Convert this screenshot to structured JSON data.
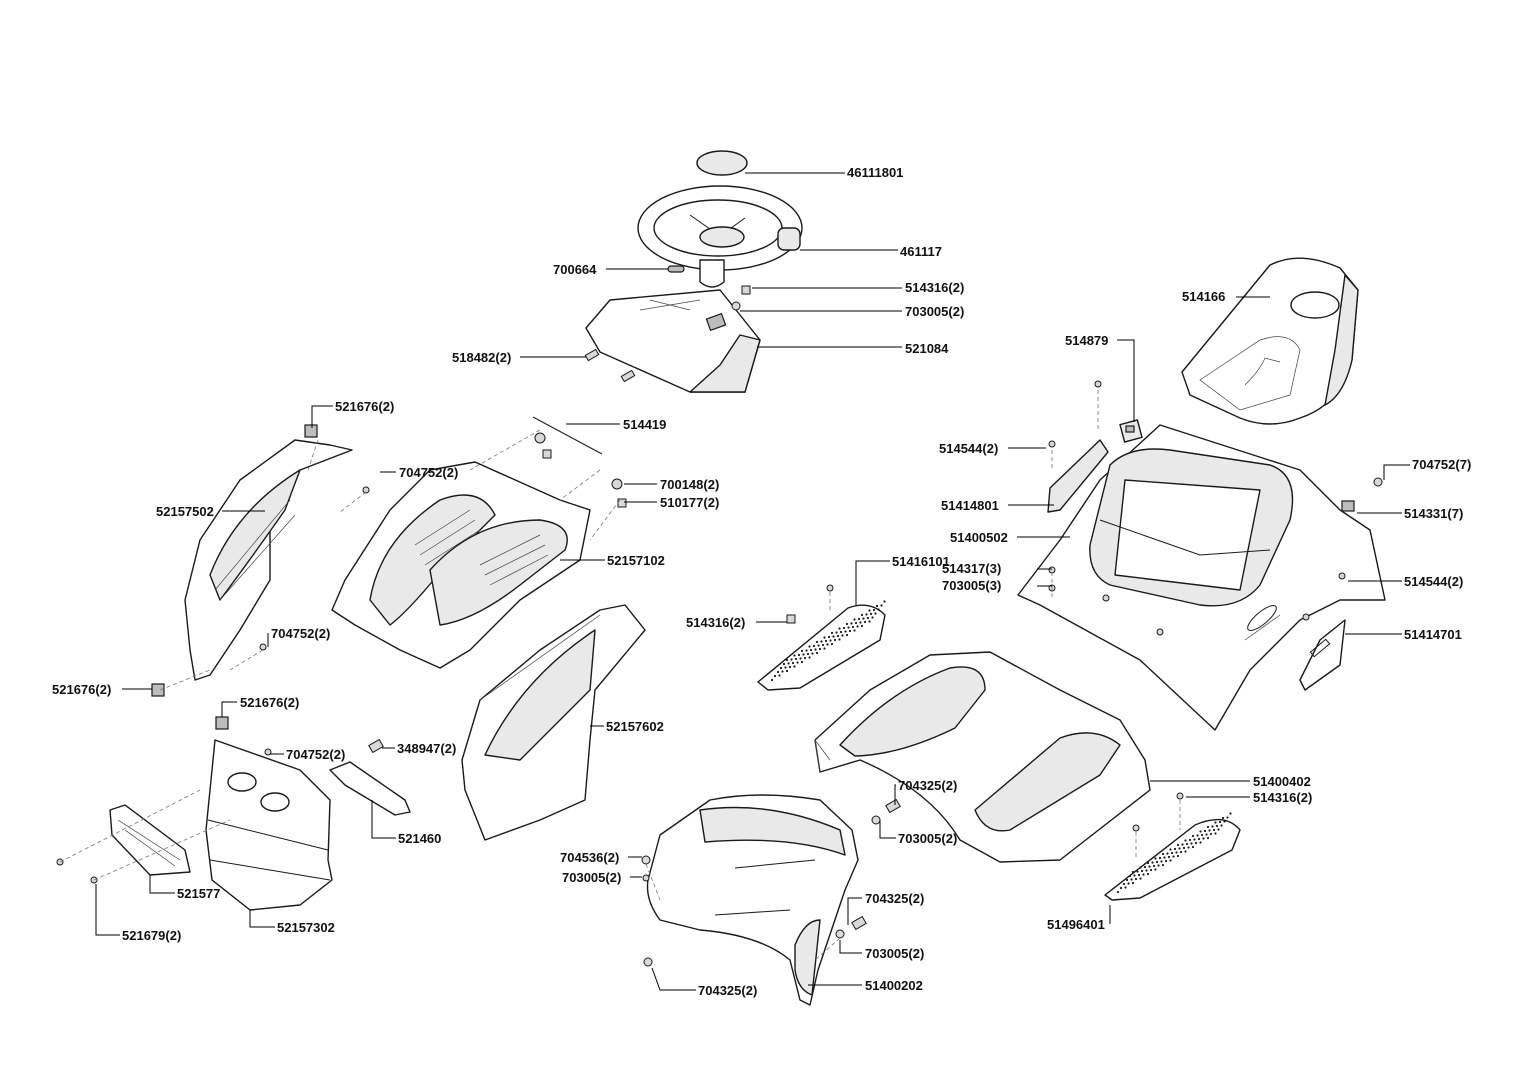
{
  "diagram": {
    "callouts": {
      "c46111801": "46111801",
      "c461117": "461117",
      "c700664": "700664",
      "c514316_top": "514316(2)",
      "c703005_top": "703005(2)",
      "c518482": "518482(2)",
      "c521084": "521084",
      "c514166": "514166",
      "c514879": "514879",
      "c521676_a": "521676(2)",
      "c514419": "514419",
      "c704752_a": "704752(2)",
      "c700148": "700148(2)",
      "c510177": "510177(2)",
      "c52157502": "52157502",
      "c52157102": "52157102",
      "c514544_a": "514544(2)",
      "c51414801": "51414801",
      "c51400502": "51400502",
      "c704752_b": "704752(7)",
      "c514331": "514331(7)",
      "c51416101": "51416101",
      "c514317": "514317(3)",
      "c703005_mid": "703005(3)",
      "c514544_b": "514544(2)",
      "c514316_mid": "514316(2)",
      "c51414701": "51414701",
      "c704752_c": "704752(2)",
      "c521676_b": "521676(2)",
      "c521676_c": "521676(2)",
      "c704752_d": "704752(2)",
      "c348947": "348947(2)",
      "c52157602": "52157602",
      "c51400402": "51400402",
      "c514316_low": "514316(2)",
      "c704325_a": "704325(2)",
      "c703005_low": "703005(2)",
      "c521460": "521460",
      "c704536": "704536(2)",
      "c703005_left": "703005(2)",
      "c521577": "521577",
      "c704325_b": "704325(2)",
      "c703005_b": "703005(2)",
      "c51496401": "51496401",
      "c52157302": "52157302",
      "c521679": "521679(2)",
      "c704325_c": "704325(2)",
      "c51400202": "51400202"
    }
  }
}
